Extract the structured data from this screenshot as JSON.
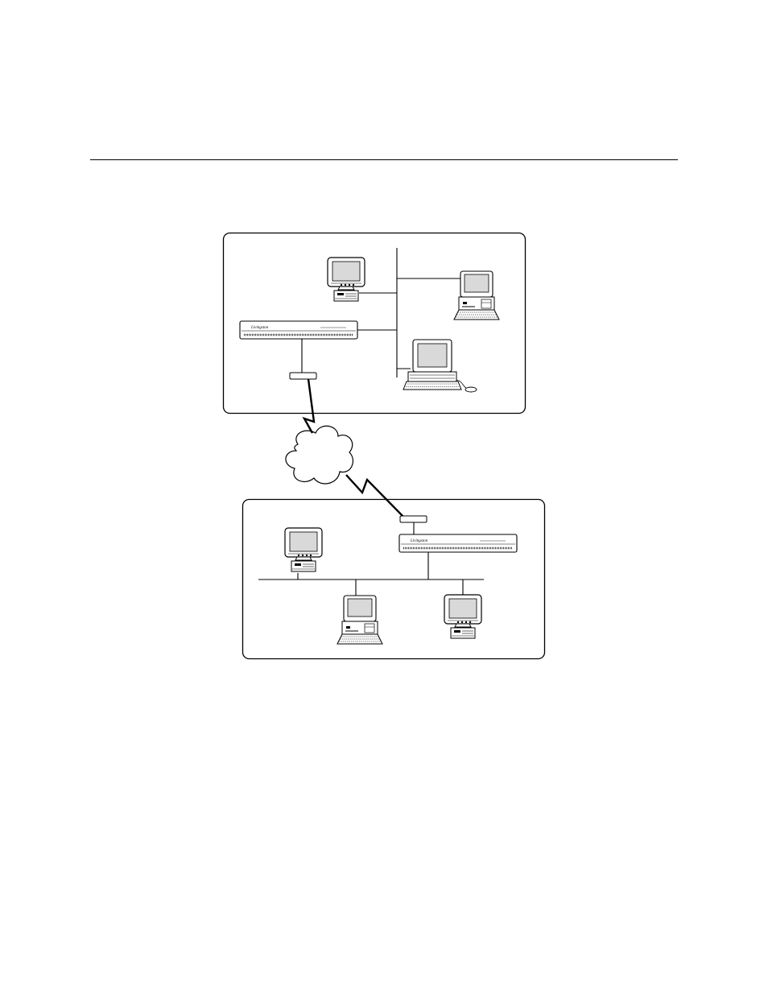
{
  "page": {
    "background": "#ffffff",
    "line_color": "#000000",
    "screen_color": "#d9d9d9"
  },
  "diagram": {
    "nodes": [
      {
        "id": "site-a",
        "kind": "site-boundary"
      },
      {
        "id": "site-b",
        "kind": "site-boundary"
      },
      {
        "id": "router-a",
        "kind": "router",
        "logo_text": "Livingston"
      },
      {
        "id": "router-b",
        "kind": "router",
        "logo_text": "Livingston"
      },
      {
        "id": "csu-a",
        "kind": "csu-dsu"
      },
      {
        "id": "csu-b",
        "kind": "csu-dsu"
      },
      {
        "id": "wan-cloud",
        "kind": "cloud"
      },
      {
        "id": "pc-a1",
        "kind": "desktop-pc"
      },
      {
        "id": "laptop-a",
        "kind": "laptop"
      },
      {
        "id": "workstation-a",
        "kind": "workstation"
      },
      {
        "id": "pc-b1",
        "kind": "desktop-pc"
      },
      {
        "id": "laptop-b",
        "kind": "laptop"
      },
      {
        "id": "pc-b2",
        "kind": "desktop-pc"
      }
    ],
    "links": [
      {
        "from": "router-a",
        "to": "csu-a",
        "kind": "cable"
      },
      {
        "from": "csu-a",
        "to": "wan-cloud",
        "kind": "serial-lightning"
      },
      {
        "from": "wan-cloud",
        "to": "csu-b",
        "kind": "serial-lightning"
      },
      {
        "from": "csu-b",
        "to": "router-b",
        "kind": "cable"
      },
      {
        "from": "router-a",
        "to": "ethernet-a",
        "kind": "lan"
      },
      {
        "from": "router-b",
        "to": "ethernet-b",
        "kind": "lan"
      }
    ]
  }
}
